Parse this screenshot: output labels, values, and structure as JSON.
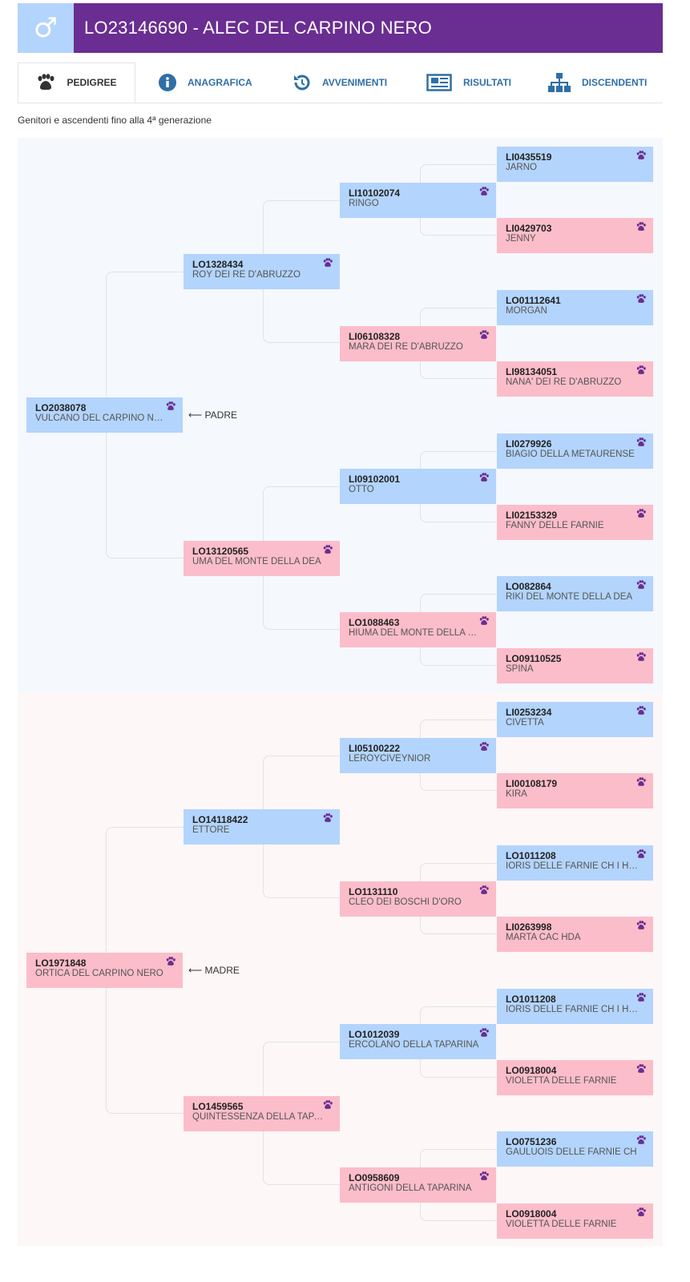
{
  "header": {
    "sex_symbol": "♂",
    "title": "LO23146690 - ALEC DEL CARPINO NERO",
    "colors": {
      "bar": "#6a2d91",
      "sex_box": "#b3d4fc"
    }
  },
  "tabs": [
    {
      "label": "PEDIGREE",
      "icon": "paw-icon",
      "active": true
    },
    {
      "label": "ANAGRAFICA",
      "icon": "info-icon"
    },
    {
      "label": "AVVENIMENTI",
      "icon": "history-icon"
    },
    {
      "label": "RISULTATI",
      "icon": "newspaper-icon"
    },
    {
      "label": "DISCENDENTI",
      "icon": "sitemap-icon"
    }
  ],
  "subtitle": "Genitori e ascendenti fino alla 4ª generazione",
  "colors": {
    "male": "#b3d4fc",
    "female": "#fbbdc9",
    "paw": "#6a2d91"
  },
  "pedigree": {
    "sire": {
      "code": "LO2038078",
      "name": "VULCANO DEL CARPINO NERO",
      "label": "⟵ PADRE",
      "sire": {
        "code": "LO1328434",
        "name": "ROY DEI RE D'ABRUZZO",
        "sire": {
          "code": "LI10102074",
          "name": "RINGO",
          "sire": {
            "code": "LI0435519",
            "name": "JARNO"
          },
          "dam": {
            "code": "LI0429703",
            "name": "JENNY"
          }
        },
        "dam": {
          "code": "LI06108328",
          "name": "MARA DEI RE D'ABRUZZO",
          "sire": {
            "code": "LO01112641",
            "name": "MORGAN"
          },
          "dam": {
            "code": "LI98134051",
            "name": "NANA' DEI RE D'ABRUZZO"
          }
        }
      },
      "dam": {
        "code": "LO13120565",
        "name": "UMA DEL MONTE DELLA DEA",
        "sire": {
          "code": "LI09102001",
          "name": "OTTO",
          "sire": {
            "code": "LI0279926",
            "name": "BIAGIO DELLA METAURENSE"
          },
          "dam": {
            "code": "LI02153329",
            "name": "FANNY DELLE FARNIE"
          }
        },
        "dam": {
          "code": "LO1088463",
          "name": "HIUMA DEL MONTE DELLA DEA",
          "sire": {
            "code": "LO082864",
            "name": "RIKI DEL MONTE DELLA DEA"
          },
          "dam": {
            "code": "LO09110525",
            "name": "SPINA"
          }
        }
      }
    },
    "dam": {
      "code": "LO1971848",
      "name": "ORTICA DEL CARPINO NERO",
      "label": "⟵ MADRE",
      "sire": {
        "code": "LO14118422",
        "name": "ETTORE",
        "sire": {
          "code": "LI05100222",
          "name": "LEROYCIVEYNIOR",
          "sire": {
            "code": "LI0253234",
            "name": "CIVETTA"
          },
          "dam": {
            "code": "LI00108179",
            "name": "KIRA"
          }
        },
        "dam": {
          "code": "LO1131110",
          "name": "CLEO DEI BOSCHI D'ORO",
          "sire": {
            "code": "LO1011208",
            "name": "IORIS DELLE FARNIE CH I HDB"
          },
          "dam": {
            "code": "LI0263998",
            "name": "MARTA CAC HDA"
          }
        }
      },
      "dam": {
        "code": "LO1459565",
        "name": "QUINTESSENZA DELLA TAPARI...",
        "sire": {
          "code": "LO1012039",
          "name": "ERCOLANO DELLA TAPARINA",
          "sire": {
            "code": "LO1011208",
            "name": "IORIS DELLE FARNIE CH I HDB"
          },
          "dam": {
            "code": "LO0918004",
            "name": "VIOLETTA DELLE FARNIE"
          }
        },
        "dam": {
          "code": "LO0958609",
          "name": "ANTIGONI DELLA TAPARINA",
          "sire": {
            "code": "LO0751236",
            "name": "GAULUOIS DELLE FARNIE CH"
          },
          "dam": {
            "code": "LO0918004",
            "name": "VIOLETTA DELLE FARNIE"
          }
        }
      }
    }
  }
}
